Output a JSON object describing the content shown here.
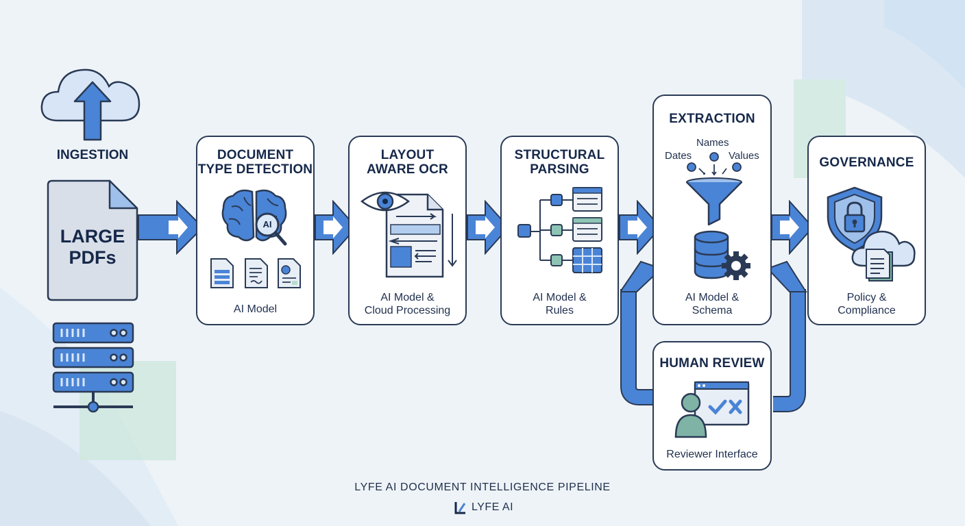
{
  "ingestion": {
    "title": "INGESTION",
    "pdf_label": "LARGE\nPDFs"
  },
  "stages": [
    {
      "title": "DOCUMENT\nTYPE DETECTION",
      "caption": "AI Model",
      "badge": "AI"
    },
    {
      "title": "LAYOUT\nAWARE OCR",
      "caption": "AI Model &\nCloud Processing"
    },
    {
      "title": "STRUCTURAL\nPARSING",
      "caption": "AI Model &\nRules"
    },
    {
      "title": "EXTRACTION",
      "caption": "AI Model &\nSchema",
      "fields": [
        "Names",
        "Dates",
        "Values"
      ]
    },
    {
      "title": "GOVERNANCE",
      "caption": "Policy &\nCompliance"
    }
  ],
  "human_review": {
    "title": "HUMAN REVIEW",
    "caption": "Reviewer Interface"
  },
  "footer": {
    "pipeline_title": "LYFE AI DOCUMENT INTELLIGENCE PIPELINE",
    "brand": "LYFE AI"
  },
  "colors": {
    "accent": "#4a84d6",
    "dark": "#2a3a55",
    "light_blue": "#cfe0f5",
    "teal": "#b8dccf"
  },
  "icons": [
    "cloud-upload-icon",
    "pdf-document-icon",
    "server-icon",
    "brain-icon",
    "document-icon",
    "eye-icon",
    "flowchart-icon",
    "funnel-icon",
    "database-gear-icon",
    "shield-lock-icon",
    "cloud-document-icon",
    "reviewer-icon",
    "flow-arrow-icon"
  ]
}
